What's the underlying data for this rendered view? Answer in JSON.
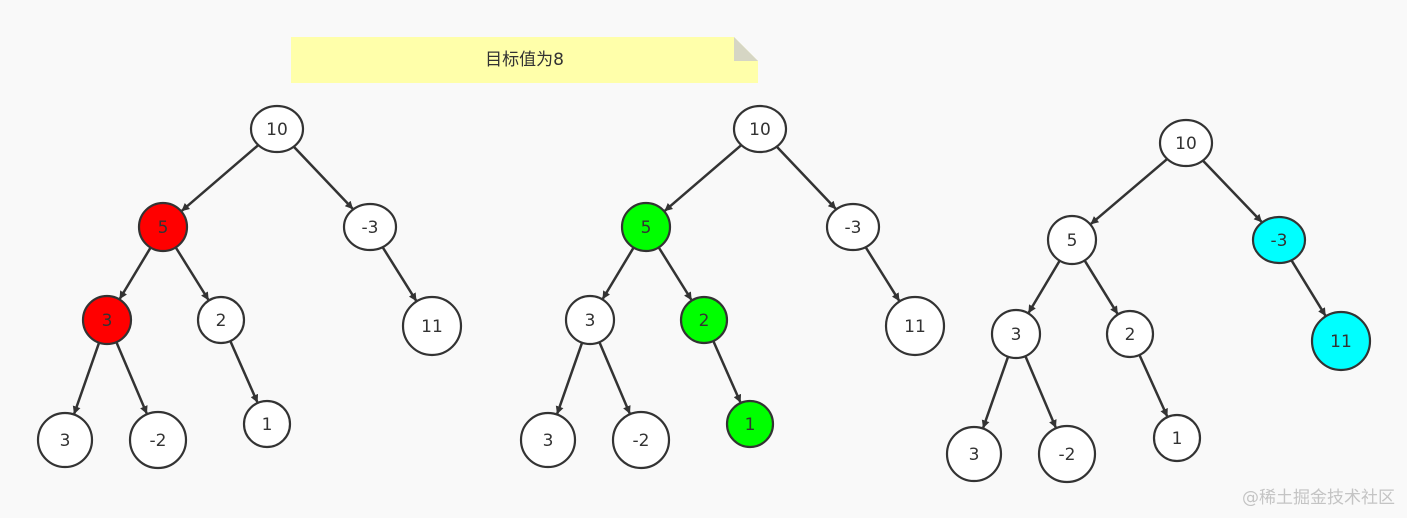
{
  "note": {
    "text": "目标值为8"
  },
  "watermark": "@稀土掘金技术社区",
  "colors": {
    "default_fill": "#ffffff",
    "stroke": "#333333",
    "path_highlight_1": "#ff0000",
    "path_highlight_2": "#00ff00",
    "path_highlight_3": "#00ffff"
  },
  "trees": [
    {
      "nodes": [
        {
          "id": "a",
          "label": "10",
          "fill": "#ffffff"
        },
        {
          "id": "b",
          "label": "5",
          "fill": "#ff0000"
        },
        {
          "id": "c",
          "label": "-3",
          "fill": "#ffffff"
        },
        {
          "id": "d",
          "label": "3",
          "fill": "#ff0000"
        },
        {
          "id": "e",
          "label": "2",
          "fill": "#ffffff"
        },
        {
          "id": "f",
          "label": "11",
          "fill": "#ffffff"
        },
        {
          "id": "g",
          "label": "3",
          "fill": "#ffffff"
        },
        {
          "id": "h",
          "label": "-2",
          "fill": "#ffffff"
        },
        {
          "id": "i",
          "label": "1",
          "fill": "#ffffff"
        }
      ],
      "edges": [
        [
          "a",
          "b"
        ],
        [
          "a",
          "c"
        ],
        [
          "b",
          "d"
        ],
        [
          "b",
          "e"
        ],
        [
          "c",
          "f"
        ],
        [
          "d",
          "g"
        ],
        [
          "d",
          "h"
        ],
        [
          "e",
          "i"
        ]
      ]
    },
    {
      "nodes": [
        {
          "id": "a",
          "label": "10",
          "fill": "#ffffff"
        },
        {
          "id": "b",
          "label": "5",
          "fill": "#00ff00"
        },
        {
          "id": "c",
          "label": "-3",
          "fill": "#ffffff"
        },
        {
          "id": "d",
          "label": "3",
          "fill": "#ffffff"
        },
        {
          "id": "e",
          "label": "2",
          "fill": "#00ff00"
        },
        {
          "id": "f",
          "label": "11",
          "fill": "#ffffff"
        },
        {
          "id": "g",
          "label": "3",
          "fill": "#ffffff"
        },
        {
          "id": "h",
          "label": "-2",
          "fill": "#ffffff"
        },
        {
          "id": "i",
          "label": "1",
          "fill": "#00ff00"
        }
      ],
      "edges": [
        [
          "a",
          "b"
        ],
        [
          "a",
          "c"
        ],
        [
          "b",
          "d"
        ],
        [
          "b",
          "e"
        ],
        [
          "c",
          "f"
        ],
        [
          "d",
          "g"
        ],
        [
          "d",
          "h"
        ],
        [
          "e",
          "i"
        ]
      ]
    },
    {
      "nodes": [
        {
          "id": "a",
          "label": "10",
          "fill": "#ffffff"
        },
        {
          "id": "b",
          "label": "5",
          "fill": "#ffffff"
        },
        {
          "id": "c",
          "label": "-3",
          "fill": "#00ffff"
        },
        {
          "id": "d",
          "label": "3",
          "fill": "#ffffff"
        },
        {
          "id": "e",
          "label": "2",
          "fill": "#ffffff"
        },
        {
          "id": "f",
          "label": "11",
          "fill": "#00ffff"
        },
        {
          "id": "g",
          "label": "3",
          "fill": "#ffffff"
        },
        {
          "id": "h",
          "label": "-2",
          "fill": "#ffffff"
        },
        {
          "id": "i",
          "label": "1",
          "fill": "#ffffff"
        }
      ],
      "edges": [
        [
          "a",
          "b"
        ],
        [
          "a",
          "c"
        ],
        [
          "b",
          "d"
        ],
        [
          "b",
          "e"
        ],
        [
          "c",
          "f"
        ],
        [
          "d",
          "g"
        ],
        [
          "d",
          "h"
        ],
        [
          "e",
          "i"
        ]
      ]
    }
  ]
}
